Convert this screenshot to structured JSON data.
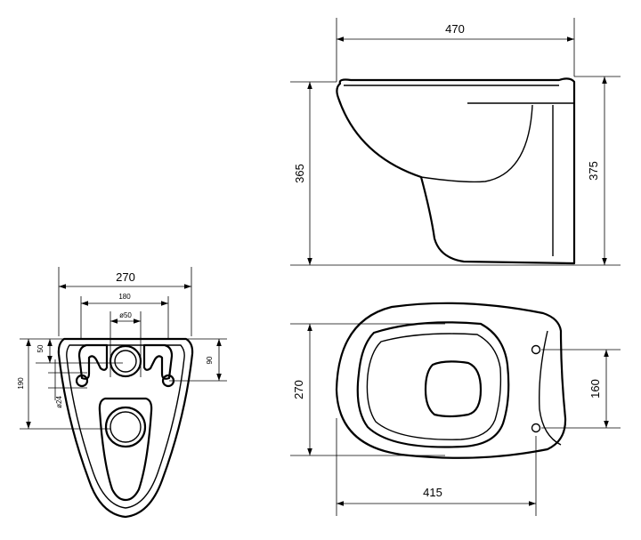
{
  "side_view": {
    "width_label": "470",
    "height_left_label": "365",
    "height_right_label": "375"
  },
  "top_view": {
    "width_label": "270",
    "length_label": "415",
    "bolt_spacing_label": "160"
  },
  "back_view": {
    "width_label": "270",
    "inner_width_label": "180",
    "pipe_diameter_label": "ø50",
    "depth_label": "190",
    "offset_label": "50",
    "bolt_height_label": "90",
    "hole_diameter_label": "ø24"
  },
  "colors": {
    "line": "#000000",
    "background": "#ffffff"
  }
}
